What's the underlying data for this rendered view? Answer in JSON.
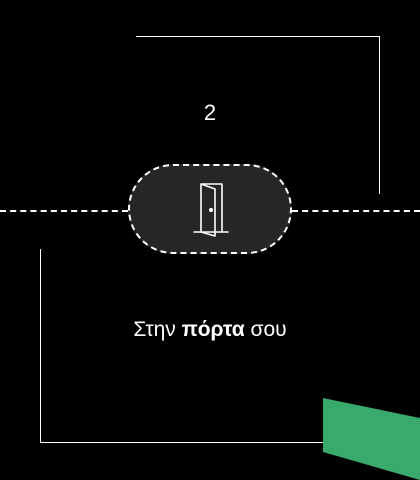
{
  "step": {
    "number": "2"
  },
  "caption": {
    "before": "Στην ",
    "bold": "πόρτα",
    "after": " σου"
  },
  "icons": {
    "center": "door-icon"
  },
  "colors": {
    "background": "#000000",
    "pill_fill": "#262626",
    "accent_green": "#3aaa6c",
    "line": "#ffffff"
  }
}
